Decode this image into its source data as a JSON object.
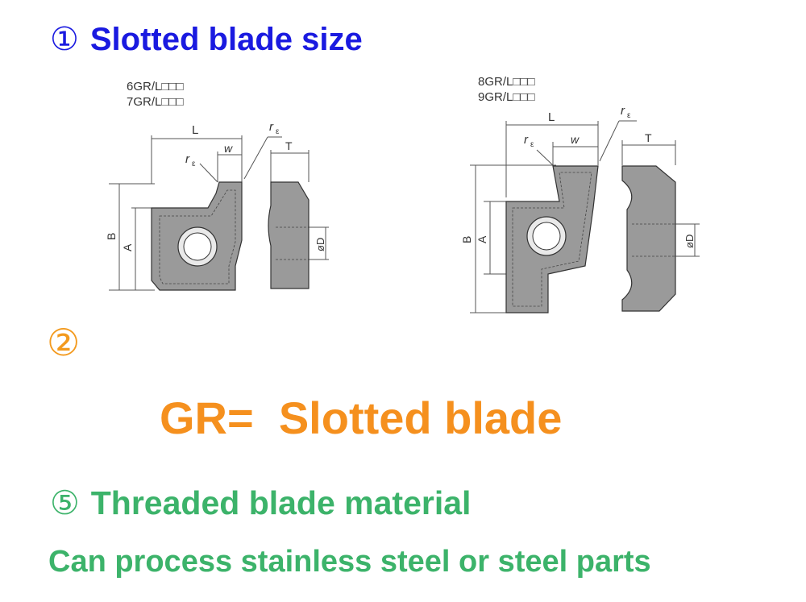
{
  "heading1": {
    "number": "①",
    "text": "Slotted blade size"
  },
  "diagram_left": {
    "models": [
      "6GR/L□□□",
      "7GR/L□□□"
    ],
    "labels": {
      "L": "L",
      "w": "w",
      "r": "r",
      "eps": "ε",
      "T": "T",
      "B": "B",
      "A": "A",
      "D": "øD"
    }
  },
  "diagram_right": {
    "models": [
      "8GR/L□□□",
      "9GR/L□□□"
    ],
    "labels": {
      "L": "L",
      "w": "w",
      "r": "r",
      "eps": "ε",
      "T": "T",
      "B": "B",
      "A": "A",
      "D": "øD"
    }
  },
  "heading2": {
    "number": "②"
  },
  "gr_line": "GR=  Slotted blade",
  "heading5": {
    "number": "⑤",
    "text": "Threaded blade material"
  },
  "line6": "Can process stainless steel or steel parts",
  "colors": {
    "blue": "#1a1ae0",
    "orange": "#f5901e",
    "green": "#3cb36a",
    "insert": "#9a9a9a"
  }
}
